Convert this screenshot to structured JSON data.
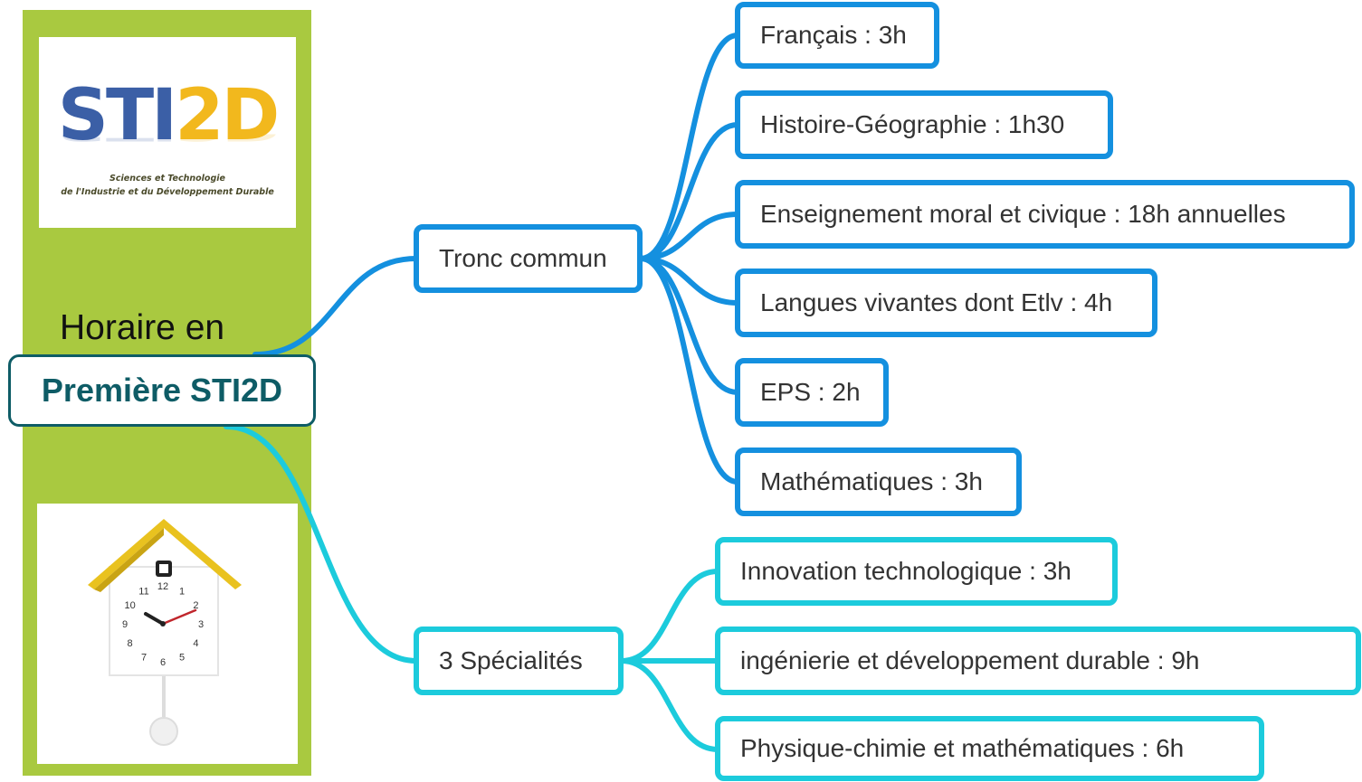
{
  "logo": {
    "part1": "STI",
    "part2": "2D",
    "subtitle_line1": "Sciences et Technologie",
    "subtitle_line2": "de l'Industrie et du Développement Durable"
  },
  "clock_numbers": [
    "12",
    "1",
    "2",
    "3",
    "4",
    "5",
    "6",
    "7",
    "8",
    "9",
    "10",
    "11"
  ],
  "root": {
    "caption": "Horaire en",
    "label": "Première STI2D"
  },
  "branches": [
    {
      "label": "Tronc commun",
      "color": "#1490df",
      "children": [
        "Français : 3h",
        "Histoire-Géographie : 1h30",
        "Enseignement moral et civique : 18h annuelles",
        "Langues vivantes dont Etlv : 4h",
        "EPS : 2h",
        "Mathématiques : 3h"
      ]
    },
    {
      "label": "3 Spécialités",
      "color": "#1ccbdc",
      "children": [
        "Innovation technologique : 3h",
        "ingénierie et développement durable : 9h",
        "Physique-chimie et mathématiques : 6h"
      ]
    }
  ]
}
